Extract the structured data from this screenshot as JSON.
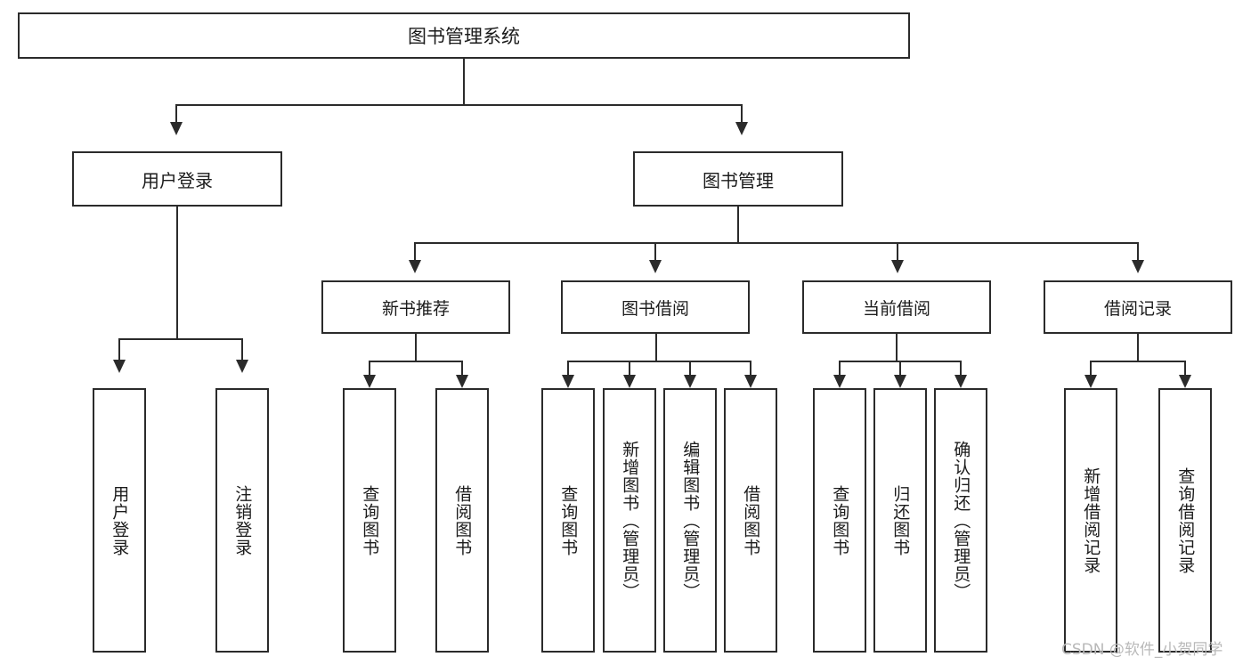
{
  "diagram": {
    "title": "图书管理系统",
    "root": {
      "label": "图书管理系统"
    },
    "level2": [
      {
        "label": "用户登录"
      },
      {
        "label": "图书管理"
      }
    ],
    "level3": [
      {
        "label": "新书推荐"
      },
      {
        "label": "图书借阅"
      },
      {
        "label": "当前借阅"
      },
      {
        "label": "借阅记录"
      }
    ],
    "leaves": {
      "user_login": [
        {
          "label": "用户登录"
        },
        {
          "label": "注销登录"
        }
      ],
      "new_book": [
        {
          "label": "查询图书"
        },
        {
          "label": "借阅图书"
        }
      ],
      "book_borrow": [
        {
          "label": "查询图书"
        },
        {
          "label": "新增图书（管理员）"
        },
        {
          "label": "编辑图书（管理员）"
        },
        {
          "label": "借阅图书"
        }
      ],
      "current_borrow": [
        {
          "label": "查询图书"
        },
        {
          "label": "归还图书"
        },
        {
          "label": "确认归还（管理员）"
        }
      ],
      "borrow_record": [
        {
          "label": "新增借阅记录"
        },
        {
          "label": "查询借阅记录"
        }
      ]
    }
  },
  "watermark": {
    "text": "CSDN @软件_小贺同学"
  },
  "colors": {
    "stroke": "#2b2b2b",
    "text": "#1b1b1b",
    "background": "#ffffff",
    "watermark": "#b9b9b9"
  }
}
